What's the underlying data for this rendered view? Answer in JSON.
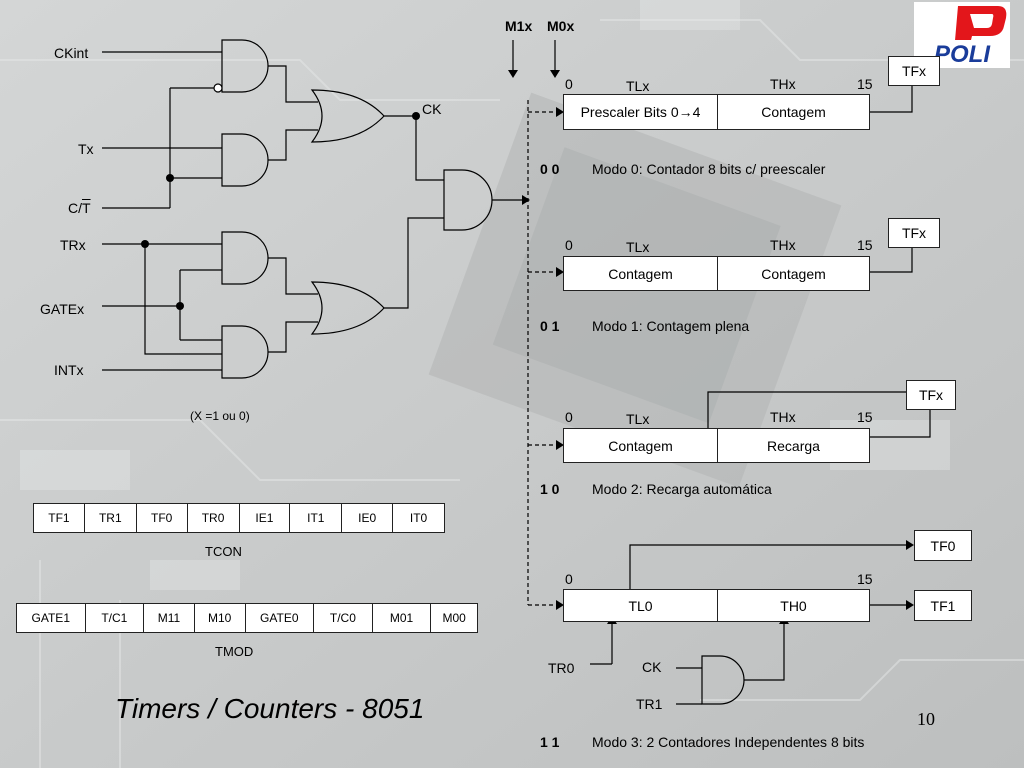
{
  "slide": {
    "title": "Timers / Counters - 8051",
    "page_number": "10",
    "logo_text": "POLI"
  },
  "logic": {
    "inputs": {
      "ckint": "CKint",
      "tx": "Tx",
      "ct_prefix": "C/",
      "ct_bar": "T",
      "trx": "TRx",
      "gatex": "GATEx",
      "intx": "INTx"
    },
    "ck_label": "CK",
    "note": "(X =1 ou 0)"
  },
  "mode_select": {
    "m1": "M1x",
    "m0": "M0x"
  },
  "modes": [
    {
      "bits": "0  0",
      "description": "Modo 0: Contador 8 bits c/ preescaler",
      "start": "0",
      "end": "15",
      "tl_label": "TLx",
      "th_label": "THx",
      "low_box": "Prescaler Bits 0→4",
      "high_box": "Contagem",
      "flag": "TFx"
    },
    {
      "bits": "0  1",
      "description": "Modo 1: Contagem plena",
      "start": "0",
      "end": "15",
      "tl_label": "TLx",
      "th_label": "THx",
      "low_box": "Contagem",
      "high_box": "Contagem",
      "flag": "TFx"
    },
    {
      "bits": "1  0",
      "description": "Modo 2: Recarga automática",
      "start": "0",
      "end": "15",
      "tl_label": "TLx",
      "th_label": "THx",
      "low_box": "Contagem",
      "high_box": "Recarga",
      "flag": "TFx"
    },
    {
      "bits": "1  1",
      "description": "Modo 3: 2 Contadores Independentes 8 bits",
      "start": "0",
      "end": "15",
      "low_box": "TL0",
      "high_box": "TH0",
      "flag_low": "TF0",
      "flag_high": "TF1",
      "tr0": "TR0",
      "tr1": "TR1",
      "ck": "CK"
    }
  ],
  "registers": {
    "tcon": {
      "name": "TCON",
      "bits": [
        "TF1",
        "TR1",
        "TF0",
        "TR0",
        "IE1",
        "IT1",
        "IE0",
        "IT0"
      ]
    },
    "tmod": {
      "name": "TMOD",
      "bits": [
        "GATE1",
        "T/C1",
        "M11",
        "M10",
        "GATE0",
        "T/C0",
        "M01",
        "M00"
      ]
    }
  },
  "colors": {
    "background": "#c9cbcb",
    "logo_red": "#e3161b",
    "logo_blue": "#1a3c9a"
  }
}
